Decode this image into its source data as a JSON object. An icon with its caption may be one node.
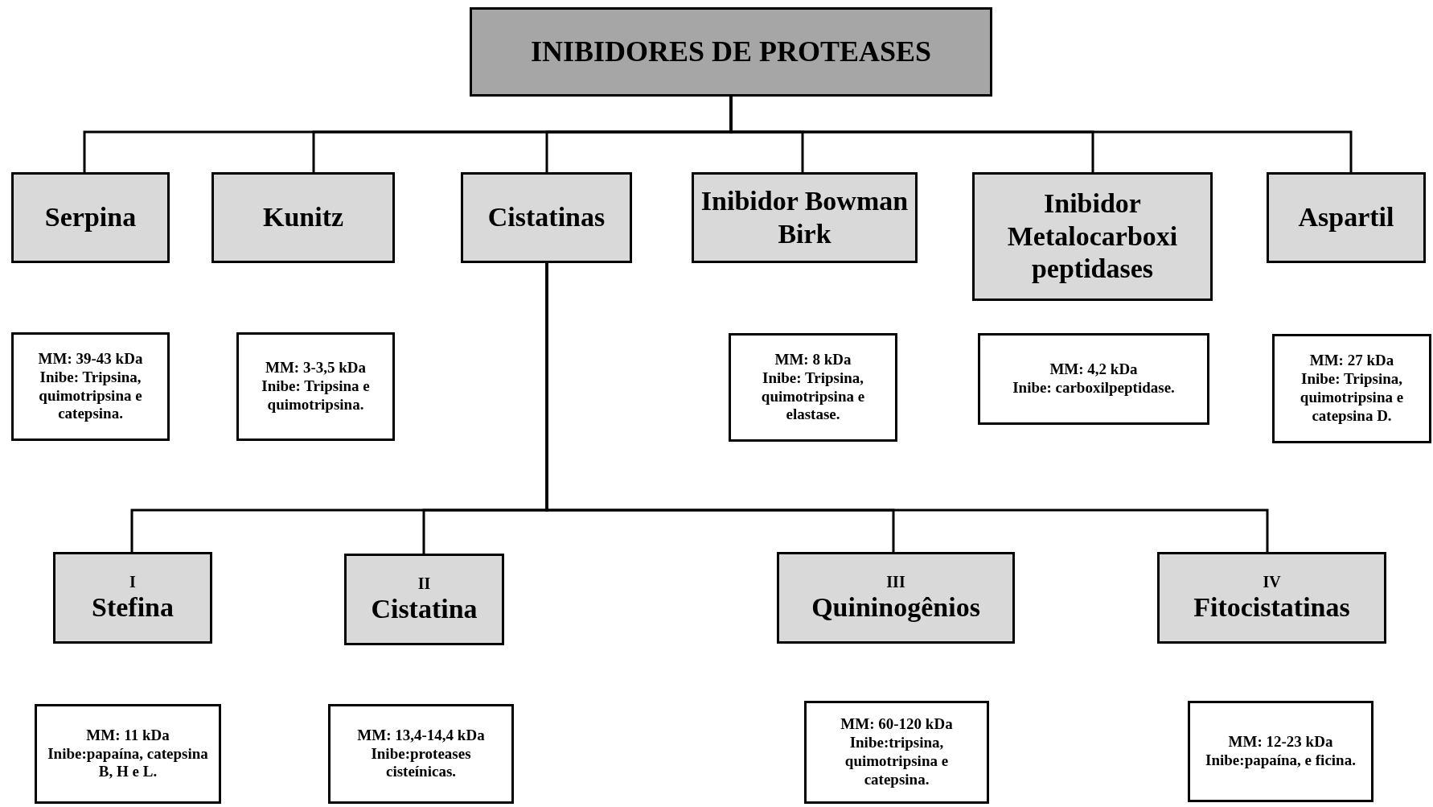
{
  "diagram": {
    "nodes": [
      {
        "text": [
          "INIBIDORES DE PROTEASES"
        ]
      },
      {
        "text": [
          "Serpina"
        ]
      },
      {
        "text": [
          "Kunitz"
        ]
      },
      {
        "text": [
          "Cistatinas"
        ]
      },
      {
        "text": [
          "Inibidor Bowman Birk"
        ]
      },
      {
        "text": [
          "Inibidor Metalocarboxi peptidases"
        ]
      },
      {
        "text": [
          "Aspartil"
        ]
      },
      {
        "text": [
          "MM: 39-43 kDa",
          "Inibe: Tripsina, quimotripsina e catepsina."
        ]
      },
      {
        "text": [
          "MM: 3-3,5 kDa",
          "Inibe: Tripsina e quimotripsina."
        ]
      },
      {
        "text": [
          "MM: 8 kDa",
          "Inibe: Tripsina, quimotripsina e elastase."
        ]
      },
      {
        "text": [
          "MM: 4,2 kDa",
          "Inibe: carboxilpeptidase."
        ]
      },
      {
        "text": [
          "MM: 27 kDa",
          "Inibe: Tripsina, quimotripsina e catepsina D."
        ]
      },
      {
        "text": [
          "I",
          "Stefina"
        ]
      },
      {
        "text": [
          "II",
          "Cistatina"
        ]
      },
      {
        "text": [
          "III",
          "Quininogênios"
        ]
      },
      {
        "text": [
          "IV",
          "Fitocistatinas"
        ]
      },
      {
        "text": [
          "MM: 11 kDa",
          "Inibe:papaína, catepsina B, H e L."
        ]
      },
      {
        "text": [
          "MM: 13,4-14,4 kDa",
          "Inibe:proteases cisteínicas."
        ]
      },
      {
        "text": [
          "MM: 60-120 kDa",
          "Inibe:tripsina, quimotripsina e catepsina."
        ]
      },
      {
        "text": [
          "MM: 12-23 kDa",
          "Inibe:papaína, e ficina."
        ]
      }
    ],
    "edges": [
      {
        "from": 0,
        "to": 1,
        "arrow": "none"
      },
      {
        "from": 0,
        "to": 2,
        "arrow": "none"
      },
      {
        "from": 0,
        "to": 3,
        "arrow": "none"
      },
      {
        "from": 0,
        "to": 4,
        "arrow": "none"
      },
      {
        "from": 0,
        "to": 5,
        "arrow": "none"
      },
      {
        "from": 0,
        "to": 6,
        "arrow": "none"
      },
      {
        "from": 3,
        "to": 12,
        "arrow": "none"
      },
      {
        "from": 3,
        "to": 13,
        "arrow": "none"
      },
      {
        "from": 3,
        "to": 14,
        "arrow": "none"
      },
      {
        "from": 3,
        "to": 15,
        "arrow": "none"
      }
    ]
  }
}
